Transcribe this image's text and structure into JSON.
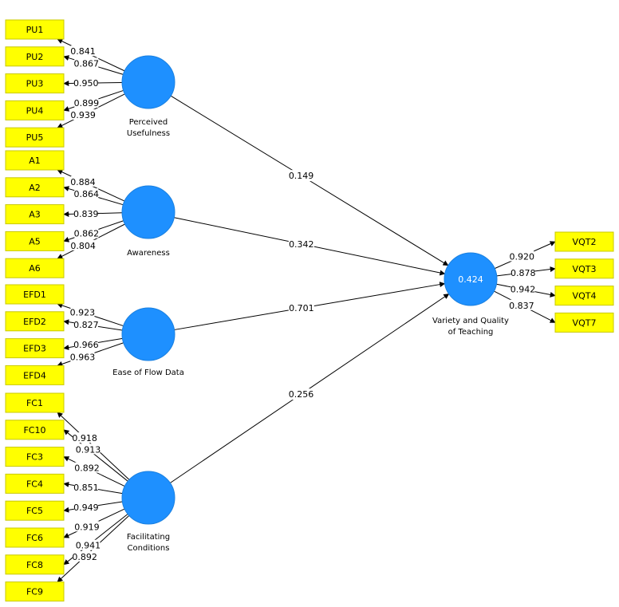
{
  "latents": [
    {
      "id": "PU",
      "lines": [
        "Perceived",
        "Usefulness"
      ],
      "r2": ""
    },
    {
      "id": "AW",
      "lines": [
        "Awareness"
      ],
      "r2": ""
    },
    {
      "id": "EFD",
      "lines": [
        "Ease of Flow Data"
      ],
      "r2": ""
    },
    {
      "id": "FC",
      "lines": [
        "Facilitating",
        "Conditions"
      ],
      "r2": ""
    },
    {
      "id": "VQT",
      "lines": [
        "Variety and Quality",
        "of Teaching"
      ],
      "r2": "0.424"
    }
  ],
  "indicators": {
    "PU": [
      {
        "label": "PU1",
        "loading": "0.841"
      },
      {
        "label": "PU2",
        "loading": "0.867"
      },
      {
        "label": "PU3",
        "loading": "0.950"
      },
      {
        "label": "PU4",
        "loading": "0.899"
      },
      {
        "label": "PU5",
        "loading": "0.939"
      }
    ],
    "AW": [
      {
        "label": "A1",
        "loading": "0.884"
      },
      {
        "label": "A2",
        "loading": "0.864"
      },
      {
        "label": "A3",
        "loading": "0.839"
      },
      {
        "label": "A5",
        "loading": "0.862"
      },
      {
        "label": "A6",
        "loading": "0.804"
      }
    ],
    "EFD": [
      {
        "label": "EFD1",
        "loading": "0.923"
      },
      {
        "label": "EFD2",
        "loading": "0.827"
      },
      {
        "label": "EFD3",
        "loading": "0.966"
      },
      {
        "label": "EFD4",
        "loading": "0.963"
      }
    ],
    "FC": [
      {
        "label": "FC1",
        "loading": "0.918"
      },
      {
        "label": "FC10",
        "loading": "0.913"
      },
      {
        "label": "FC3",
        "loading": "0.892"
      },
      {
        "label": "FC4",
        "loading": "0.851"
      },
      {
        "label": "FC5",
        "loading": "0.949"
      },
      {
        "label": "FC6",
        "loading": "0.919"
      },
      {
        "label": "FC8",
        "loading": "0.941"
      },
      {
        "label": "FC9",
        "loading": "0.892"
      }
    ],
    "VQT": [
      {
        "label": "VQT2",
        "loading": "0.920"
      },
      {
        "label": "VQT3",
        "loading": "0.878"
      },
      {
        "label": "VQT4",
        "loading": "0.942"
      },
      {
        "label": "VQT7",
        "loading": "0.837"
      }
    ]
  },
  "paths": [
    {
      "from": "PU",
      "to": "VQT",
      "coef": "0.149"
    },
    {
      "from": "AW",
      "to": "VQT",
      "coef": "0.342"
    },
    {
      "from": "EFD",
      "to": "VQT",
      "coef": "0.701"
    },
    {
      "from": "FC",
      "to": "VQT",
      "coef": "0.256"
    }
  ],
  "colors": {
    "latent": "#1e90ff",
    "indicator": "#ffff00",
    "edge": "#000000"
  }
}
